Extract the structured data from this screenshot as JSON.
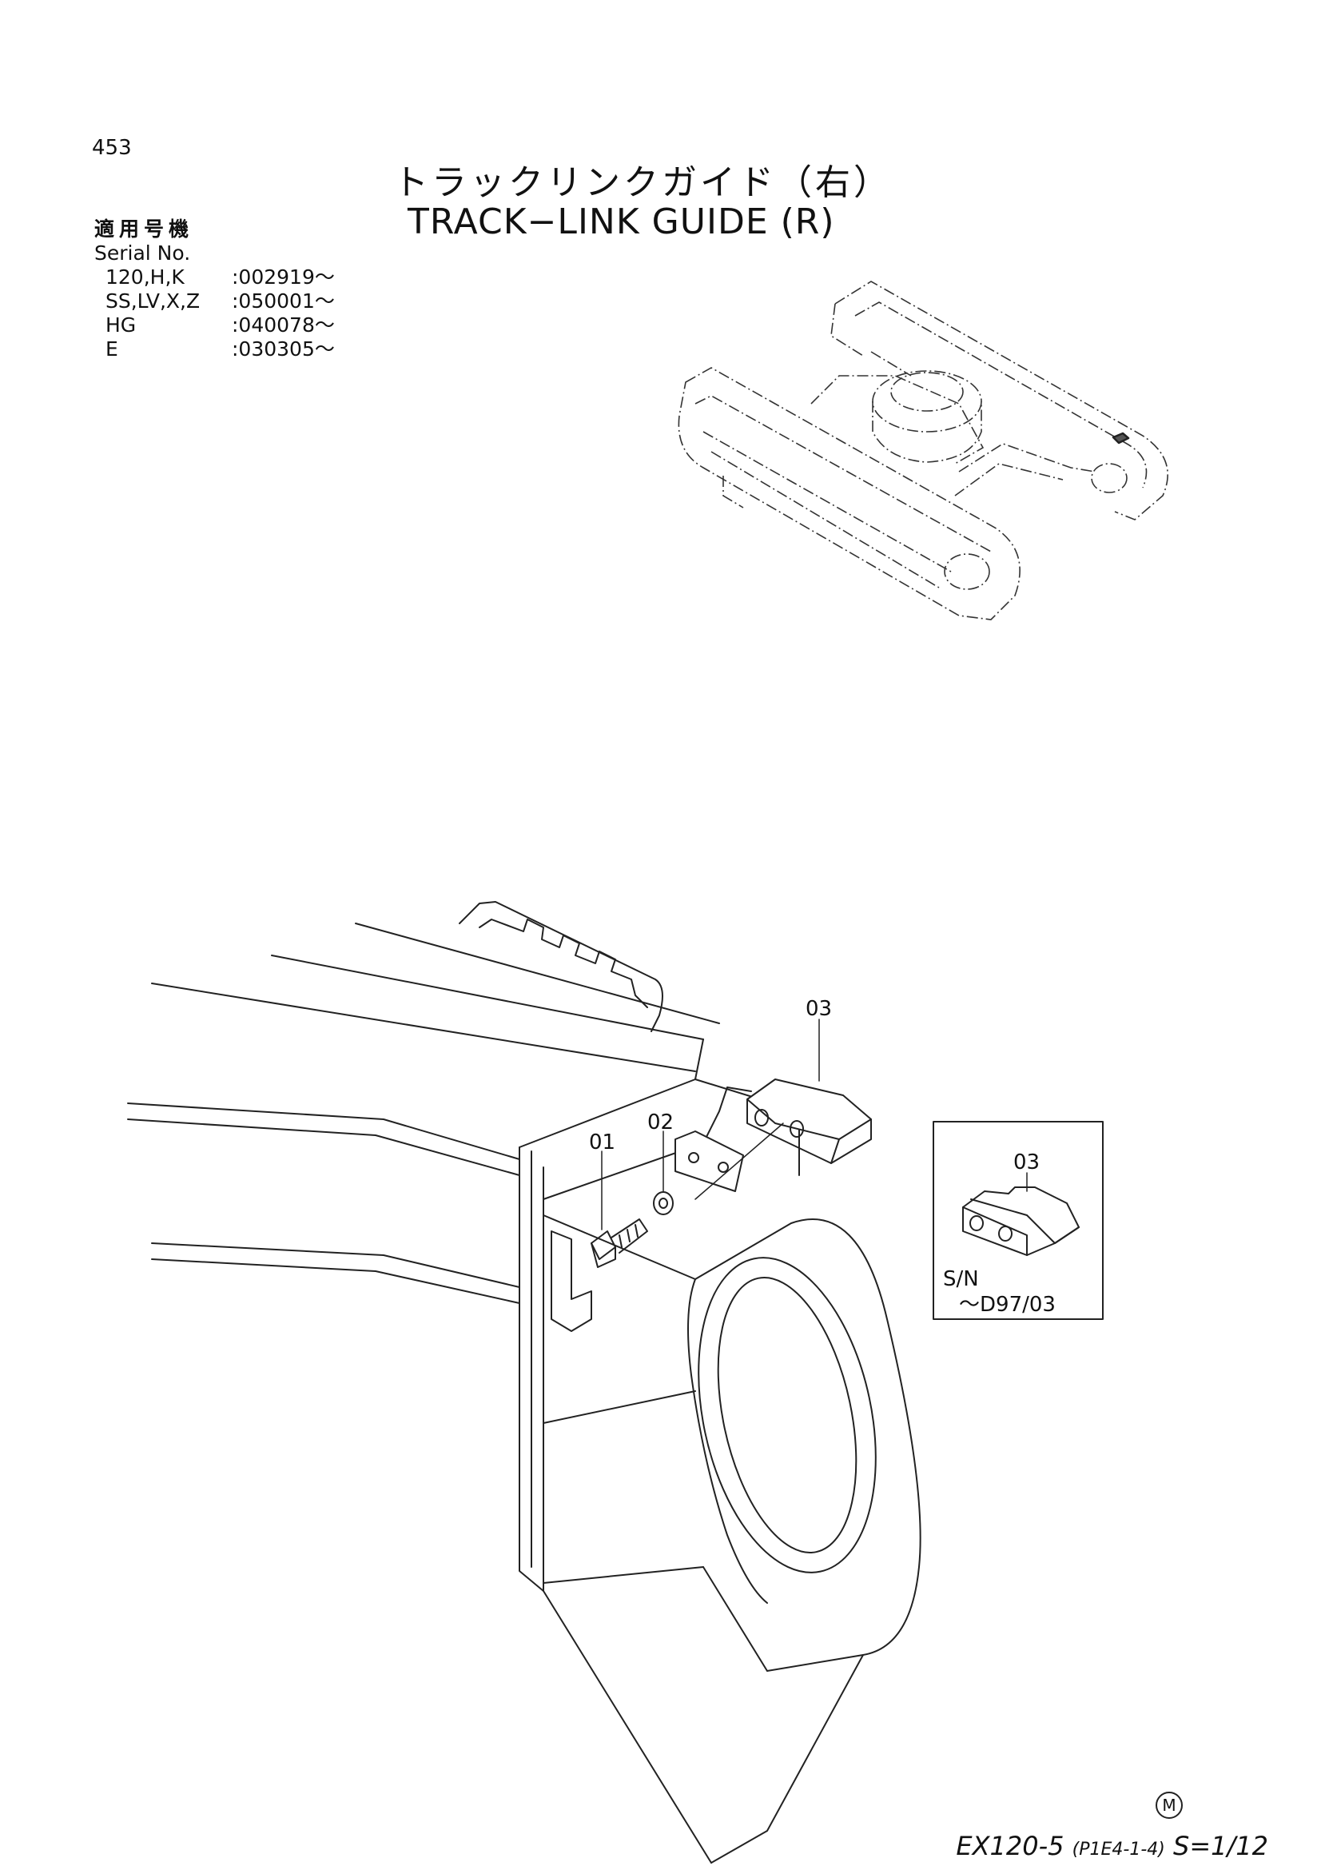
{
  "page_number": "453",
  "title_ja": "トラックリンクガイド（右）",
  "title_en": "TRACK−LINK GUIDE (R)",
  "serial": {
    "heading_ja": "適用号機",
    "heading_en": "Serial No.",
    "rows": [
      {
        "model": "120,H,K",
        "value": ":002919〜"
      },
      {
        "model": "SS,LV,X,Z",
        "value": ":050001〜"
      },
      {
        "model": "HG",
        "value": ":040078〜"
      },
      {
        "model": "E",
        "value": ":030305〜"
      }
    ]
  },
  "callouts": {
    "part_01": "01",
    "part_02": "02",
    "part_03": "03"
  },
  "inset": {
    "part": "03",
    "sn_label": "S/N",
    "sn_value": "〜D97/03"
  },
  "footer": {
    "model": "EX120-5",
    "code": "(P1E4-1-4)",
    "scale": "S=1/12",
    "mark": "M"
  }
}
